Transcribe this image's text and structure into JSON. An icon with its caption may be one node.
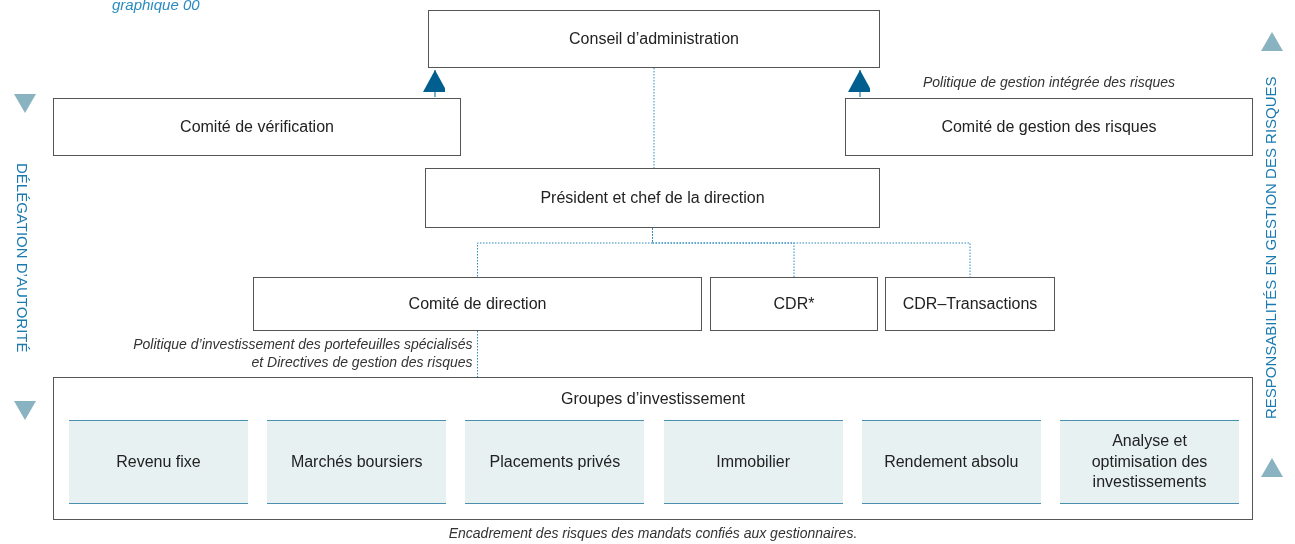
{
  "diagram": {
    "title": "graphique 00",
    "nodes": [
      {
        "text": [
          "Conseil d’administration"
        ]
      },
      {
        "text": [
          "Comité de vérification"
        ]
      },
      {
        "text": [
          "Comité de gestion des risques"
        ],
        "beside": [
          "Politique de gestion intégrée des risques"
        ]
      },
      {
        "text": [
          "Président et chef de la direction"
        ]
      },
      {
        "text": [
          "Comité de direction"
        ]
      },
      {
        "text": [
          "CDR*"
        ]
      },
      {
        "text": [
          "CDR–Transactions"
        ]
      },
      {
        "text": [
          "Groupes d’investissement"
        ],
        "beside": [
          "Encadrement des risques des mandats confiés aux gestionnaires."
        ]
      },
      {
        "text": [
          "Revenu fixe"
        ],
        "in": 7
      },
      {
        "text": [
          "Marchés boursiers"
        ],
        "in": 7
      },
      {
        "text": [
          "Placements privés"
        ],
        "in": 7
      },
      {
        "text": [
          "Immobilier"
        ],
        "in": 7
      },
      {
        "text": [
          "Rendement absolu"
        ],
        "in": 7
      },
      {
        "text": [
          "Analyse et optimisation des investissements"
        ],
        "in": 7
      }
    ],
    "edges": [
      {
        "from": 1,
        "to": 0,
        "arrow": "to",
        "color": "#005f8e"
      },
      {
        "from": 2,
        "to": 0,
        "arrow": "to",
        "color": "#005f8e"
      },
      {
        "from": 0,
        "to": 3,
        "arrow": "none",
        "style": "dashed"
      },
      {
        "from": 3,
        "to": 4,
        "arrow": "none",
        "style": "dashed"
      },
      {
        "from": 3,
        "to": 5,
        "arrow": "none",
        "style": "dashed"
      },
      {
        "from": 3,
        "to": 6,
        "arrow": "none",
        "style": "dashed"
      },
      {
        "from": 4,
        "to": 7,
        "arrow": "none",
        "style": "dashed",
        "label": "Politique d’investissement des portefeuilles spécialisés et Directives de gestion des risques"
      }
    ],
    "labels": [
      "DÉLÉGATION D’AUTORITÉ",
      "RESPONSABILITÉS EN GESTION DES RISQUES"
    ]
  }
}
